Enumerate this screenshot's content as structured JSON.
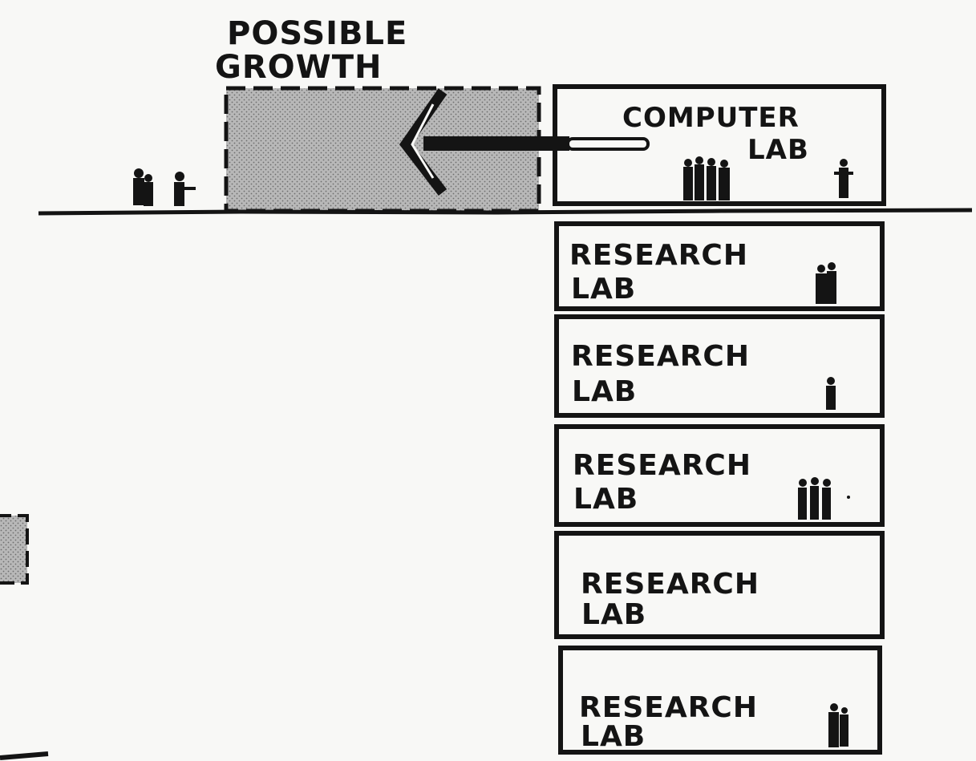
{
  "diagram": {
    "growth_label_line1": "POSSIBLE",
    "growth_label_line2": "GROWTH",
    "computer_lab_line1": "COMPUTER",
    "computer_lab_line2": "LAB",
    "research_labs": [
      {
        "line1": "RESEARCH",
        "line2": "LAB"
      },
      {
        "line1": "RESEARCH",
        "line2": "LAB"
      },
      {
        "line1": "RESEARCH",
        "line2": "LAB"
      },
      {
        "line1": "RESEARCH",
        "line2": "LAB"
      },
      {
        "line1": "RESEARCH",
        "line2": "LAB"
      }
    ],
    "colors": {
      "ink": "#141414",
      "paper": "#f8f8f6",
      "growth_fill": "#a9a9a9"
    }
  }
}
